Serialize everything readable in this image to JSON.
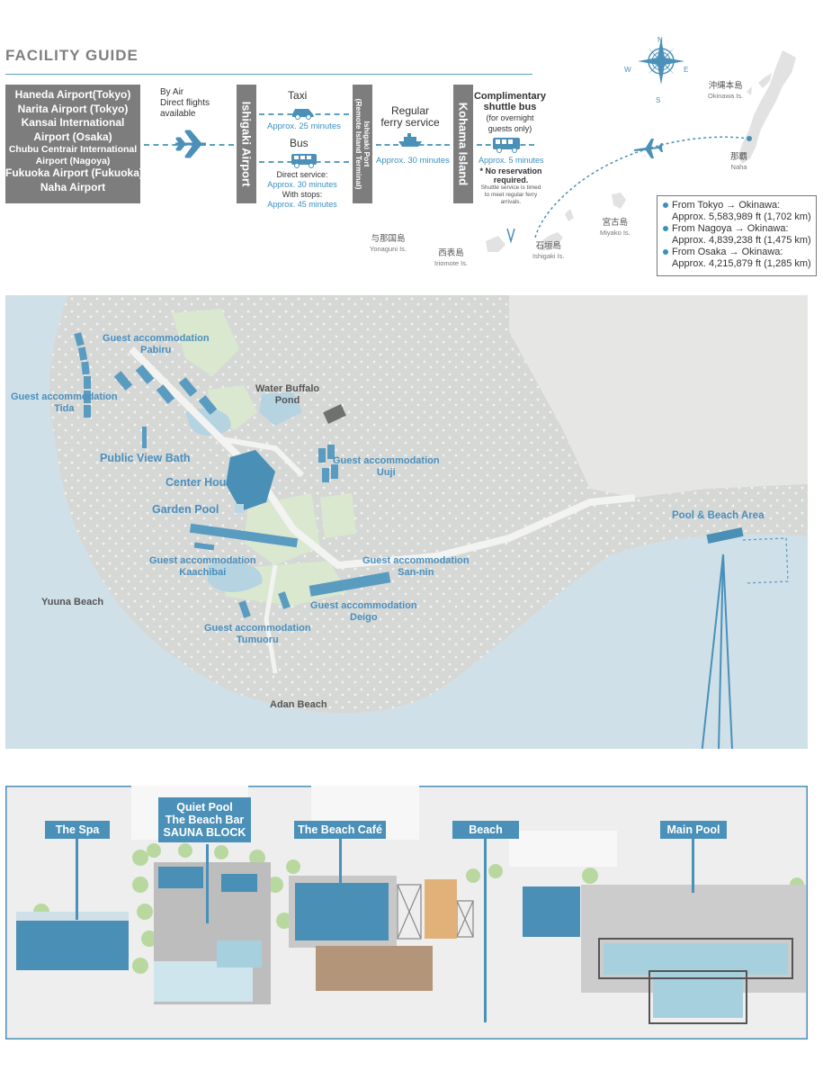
{
  "header": {
    "title": "FACILITY GUIDE"
  },
  "route": {
    "airports": [
      "Haneda Airport(Tokyo)",
      "Narita Airport (Tokyo)",
      "Kansai International",
      "Airport (Osaka)",
      "Chubu Centrair International",
      "Airport (Nagoya)",
      "Fukuoka Airport (Fukuoka)",
      "Naha Airport"
    ],
    "by_air_label": "By Air",
    "direct_flights": "Direct flights",
    "available": "available",
    "ishigaki_airport": "Ishigaki Airport",
    "taxi_label": "Taxi",
    "taxi_time": "Approx. 25 minutes",
    "bus_label": "Bus",
    "bus_direct": "Direct service:",
    "bus_direct_time": "Approx. 30 minutes",
    "bus_stops": "With stops:",
    "bus_stops_time": "Approx. 45 minutes",
    "ishigaki_port": "Ishigaki Port",
    "ishigaki_port_sub": "(Remote Island Terminal)",
    "ferry_label_1": "Regular",
    "ferry_label_2": "ferry service",
    "ferry_time": "Approx. 30 minutes",
    "kohama_island": "Kohama Island",
    "shuttle_1": "Complimentary",
    "shuttle_2": "shuttle bus",
    "shuttle_3": "(for overnight",
    "shuttle_4": "guests only)",
    "shuttle_time": "Approx. 5 minutes",
    "no_reservation_1": "* No reservation",
    "no_reservation_2": "required.",
    "shuttle_note_1": "Shuttle service is timed",
    "shuttle_note_2": "to meet regular ferry",
    "shuttle_note_3": "arrivals."
  },
  "region_map": {
    "compass": {
      "n": "N",
      "e": "E",
      "s": "S",
      "w": "W"
    },
    "places": [
      {
        "jp": "沖縄本島",
        "en": "Okinawa Is."
      },
      {
        "jp": "那覇",
        "en": "Naha"
      },
      {
        "jp": "宮古島",
        "en": "Miyako Is."
      },
      {
        "jp": "与那国島",
        "en": "Yonaguni Is."
      },
      {
        "jp": "西表島",
        "en": "Iriomote Is."
      },
      {
        "jp": "石垣島",
        "en": "Ishigaki Is."
      }
    ],
    "distances": [
      {
        "from": "From Tokyo → Okinawa:",
        "value": "Approx. 5,583,989 ft (1,702 km)"
      },
      {
        "from": "From Nagoya → Okinawa:",
        "value": "Approx. 4,839,238 ft (1,475 km)"
      },
      {
        "from": "From Osaka → Okinawa:",
        "value": "Approx. 4,215,879 ft (1,285 km)"
      }
    ]
  },
  "resort_map": {
    "labels": {
      "pabiru_1": "Guest accommodation",
      "pabiru_2": "Pabiru",
      "tida_1": "Guest accommodation",
      "tida_2": "Tida",
      "water_buffalo_1": "Water Buffalo",
      "water_buffalo_2": "Pond",
      "public_view_bath": "Public View Bath",
      "uuji_1": "Guest accommodation",
      "uuji_2": "Uuji",
      "center_house": "Center House",
      "garden_pool": "Garden Pool",
      "pool_beach_area": "Pool & Beach Area",
      "kaachibai_1": "Guest accommodation",
      "kaachibai_2": "Kaachibai",
      "sannin_1": "Guest accommodation",
      "sannin_2": "San-nin",
      "yuuna_beach": "Yuuna Beach",
      "deigo_1": "Guest accommodation",
      "deigo_2": "Deigo",
      "tumuoru_1": "Guest accommodation",
      "tumuoru_2": "Tumuoru",
      "adan_beach": "Adan Beach"
    }
  },
  "detail_map": {
    "spa": "The Spa",
    "quiet_pool_1": "Quiet Pool",
    "quiet_pool_2": "The Beach Bar",
    "quiet_pool_3": "SAUNA BLOCK",
    "beach_cafe": "The Beach Café",
    "beach": "Beach",
    "main_pool": "Main Pool"
  }
}
